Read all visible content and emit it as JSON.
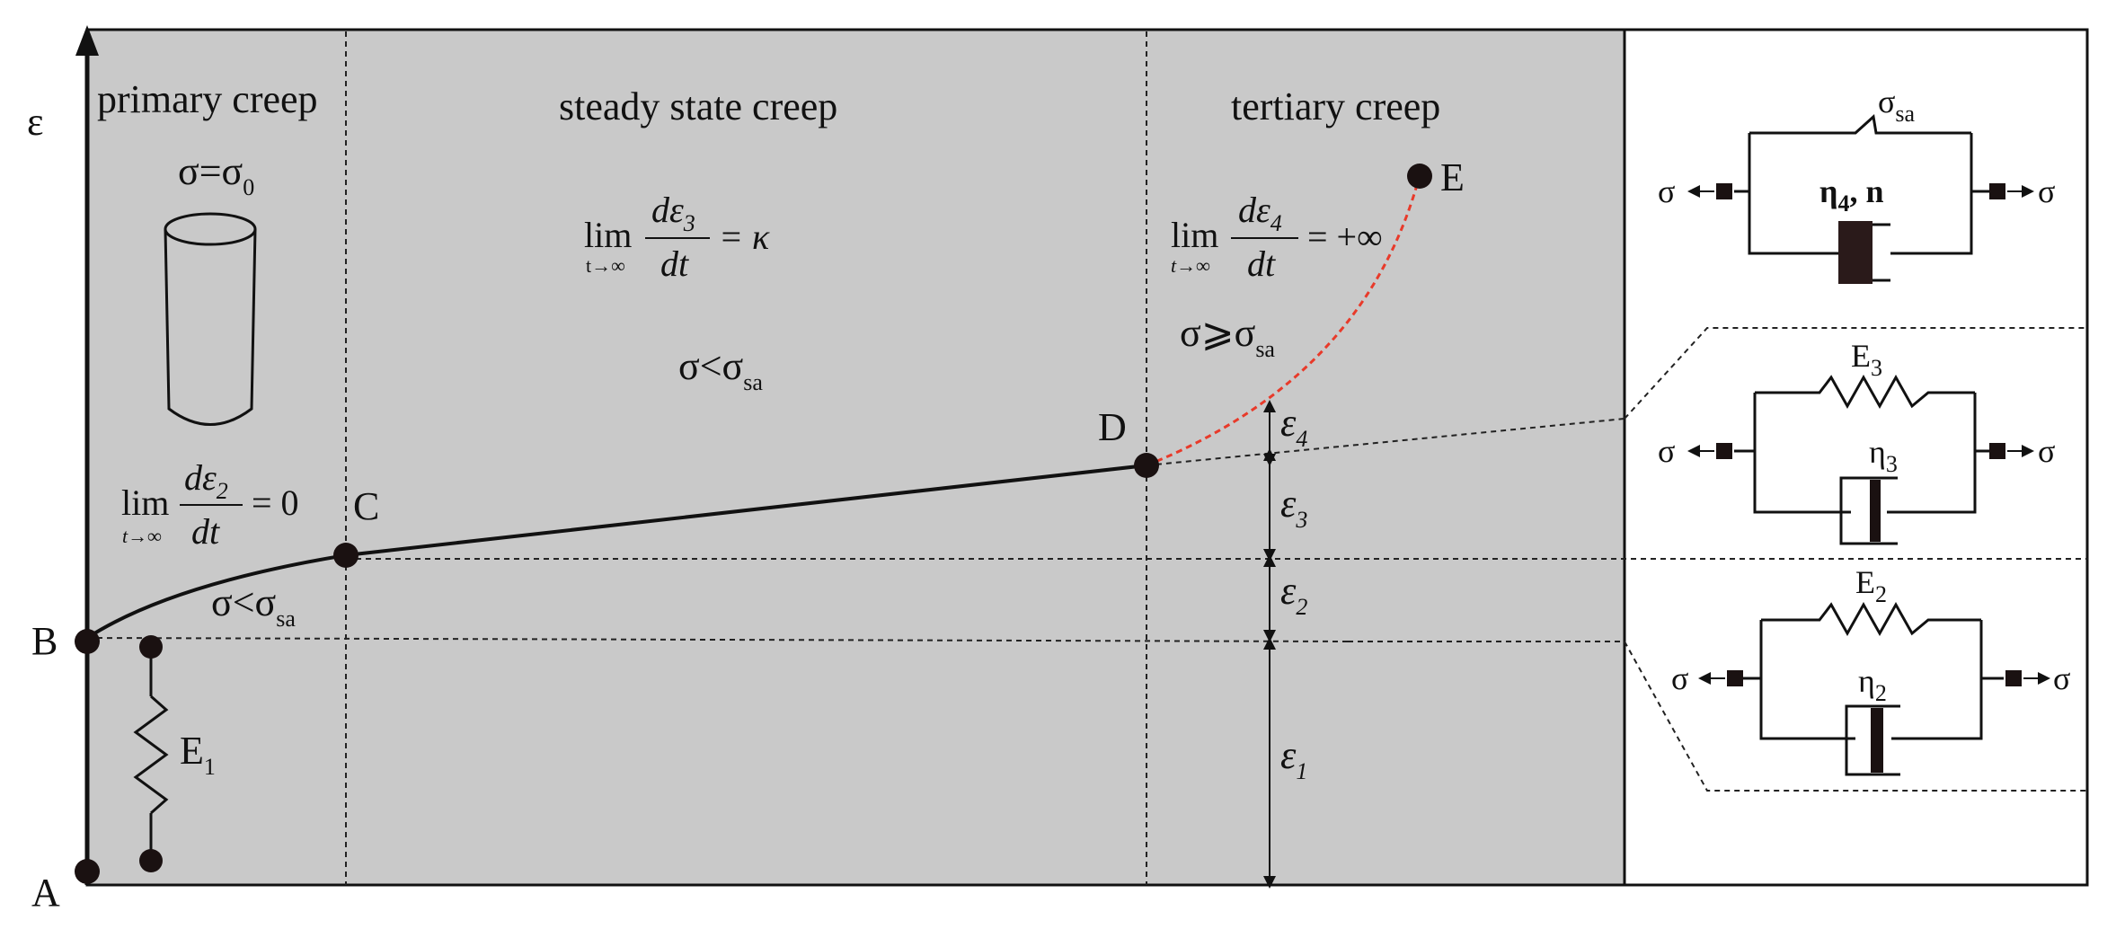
{
  "axis": {
    "y_label": "ε"
  },
  "regions": {
    "primary": "primary creep",
    "steady": "steady state creep",
    "tertiary": "tertiary creep"
  },
  "points": {
    "A": "A",
    "B": "B",
    "C": "C",
    "D": "D",
    "E": "E"
  },
  "primary": {
    "stress_main": "σ=σ",
    "stress_sub": "0",
    "condition_main": "σ<σ",
    "condition_sub": "sa",
    "spring_label": "E",
    "spring_sub": "1"
  },
  "steady": {
    "condition_main": "σ<σ",
    "condition_sub": "sa"
  },
  "tertiary": {
    "condition_main": "σ⩾σ",
    "condition_sub": "sa"
  },
  "equations": {
    "eq1": {
      "lim": "lim",
      "limsub": "t→∞",
      "num": "dε",
      "numsub": "2",
      "den": "dt",
      "rhs": "= 0"
    },
    "eq2": {
      "lim": "lim",
      "limsub": "t→∞",
      "num": "dε",
      "numsub": "3",
      "den": "dt",
      "rhs": "= κ"
    },
    "eq3": {
      "lim": "lim",
      "limsub": "t→∞",
      "num": "dε",
      "numsub": "4",
      "den": "dt",
      "rhs": "= +∞"
    }
  },
  "strain_labels": [
    {
      "main": "ε",
      "sub": "4"
    },
    {
      "main": "ε",
      "sub": "3"
    },
    {
      "main": "ε",
      "sub": "2"
    },
    {
      "main": "ε",
      "sub": "1"
    }
  ],
  "models": {
    "m4": {
      "top_main": "σ",
      "top_sub": "sa",
      "eta_main": "η",
      "eta_sub": "4",
      "eta_tail": ", n",
      "left": "σ",
      "right": "σ"
    },
    "m3": {
      "top_main": "E",
      "top_sub": "3",
      "eta_main": "η",
      "eta_sub": "3",
      "left": "σ",
      "right": "σ"
    },
    "m2": {
      "top_main": "E",
      "top_sub": "2",
      "eta_main": "η",
      "eta_sub": "2",
      "left": "σ",
      "right": "σ"
    }
  }
}
